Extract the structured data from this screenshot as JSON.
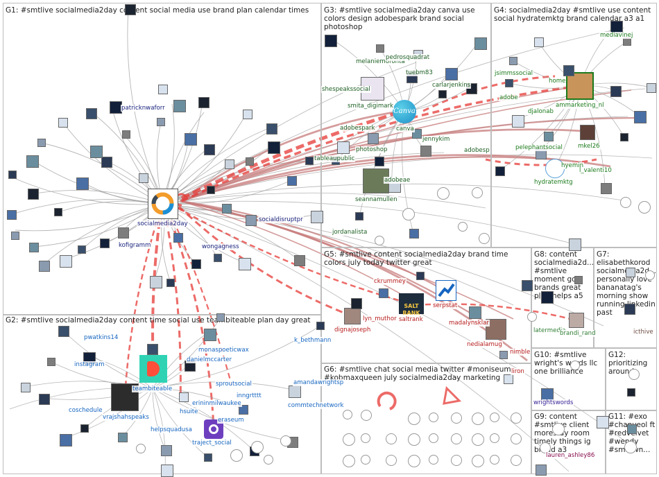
{
  "groups": [
    {
      "id": "g1",
      "label": "G1: #smtlive socialmedia2day content social media use brand plan calendar times"
    },
    {
      "id": "g2",
      "label": "G2: #smtlive socialmedia2day content time social use teambiteable plan day great"
    },
    {
      "id": "g3",
      "label": "G3: #smtlive socialmedia2day canva use colors design adobespark brand social photoshop"
    },
    {
      "id": "g4",
      "label": "G4: socialmedia2day #smtlive use content social hydratemktg brand calendar a3 a1"
    },
    {
      "id": "g5",
      "label": "G5: #smtlive content socialmedia2day brand time colors july today twitter great"
    },
    {
      "id": "g6",
      "label": "G6: #smtlive chat social media twitter #moniseum #kobmaxqueen july socialmedia2day marketing"
    },
    {
      "id": "g7",
      "label": "G7: elisabethkorod socialmedia2d... personally love bananatag's morning show running linkedin past"
    },
    {
      "id": "g8",
      "label": "G8: content socialmedia2d... #smtlive moment go brands great plan helps a5"
    },
    {
      "id": "g9",
      "label": "G9: content #smtlive client morestay room timely things ig brand a3"
    },
    {
      "id": "g10",
      "label": "G10: #smtlive wright's words llc one brilliance"
    },
    {
      "id": "g11",
      "label": "G11: #exo #chanyeol ft #redvelvet #wendy #smtown..."
    },
    {
      "id": "g12",
      "label": "G12: prioritizing around"
    }
  ],
  "labels": [
    {
      "text": "patricknwaforr",
      "group": "g1"
    },
    {
      "text": "socialmedia2day",
      "group": "g1"
    },
    {
      "text": "socialdisruptpr",
      "group": "g1"
    },
    {
      "text": "kofigramm",
      "group": "g1"
    },
    {
      "text": "wongagness",
      "group": "g1"
    },
    {
      "text": "pwatkins14",
      "group": "g2"
    },
    {
      "text": "instagram",
      "group": "g2"
    },
    {
      "text": "teambiteable",
      "group": "g2"
    },
    {
      "text": "coschedule",
      "group": "g2"
    },
    {
      "text": "vrajshahspeaks",
      "group": "g2"
    },
    {
      "text": "helpsquadusa",
      "group": "g2"
    },
    {
      "text": "traject_social",
      "group": "g2"
    },
    {
      "text": "monaspoeticwax",
      "group": "g2"
    },
    {
      "text": "danielmccarter",
      "group": "g2"
    },
    {
      "text": "sproutsocial",
      "group": "g2"
    },
    {
      "text": "inngrtttt",
      "group": "g2"
    },
    {
      "text": "erininmilwaukee",
      "group": "g2"
    },
    {
      "text": "hsuite",
      "group": "g2"
    },
    {
      "text": "eraseum",
      "group": "g2"
    },
    {
      "text": "k_bethmann",
      "group": "g2"
    },
    {
      "text": "amandawrightsp",
      "group": "g2"
    },
    {
      "text": "commtechnetwork",
      "group": "g2"
    },
    {
      "text": "melaniemoronta",
      "group": "g3"
    },
    {
      "text": "pedrosquadrat",
      "group": "g3"
    },
    {
      "text": "tuebm83",
      "group": "g3"
    },
    {
      "text": "shespeakssocial",
      "group": "g3"
    },
    {
      "text": "carlarjenkins",
      "group": "g3"
    },
    {
      "text": "smita_digimark",
      "group": "g3"
    },
    {
      "text": "canva",
      "group": "g3"
    },
    {
      "text": "adobespark",
      "group": "g3"
    },
    {
      "text": "jennykim",
      "group": "g3"
    },
    {
      "text": "photoshop",
      "group": "g3"
    },
    {
      "text": "adobesp",
      "group": "g3"
    },
    {
      "text": "tableaupublic",
      "group": "g3"
    },
    {
      "text": "adobeae",
      "group": "g3"
    },
    {
      "text": "seannamullen",
      "group": "g3"
    },
    {
      "text": "jordanalista",
      "group": "g3"
    },
    {
      "text": "mediavinej",
      "group": "g4"
    },
    {
      "text": "jsimmssocial",
      "group": "g4"
    },
    {
      "text": "home",
      "group": "g4"
    },
    {
      "text": "adobe",
      "group": "g4"
    },
    {
      "text": "djalonab",
      "group": "g4"
    },
    {
      "text": "ammarketing_nl",
      "group": "g4"
    },
    {
      "text": "pelephantsocial",
      "group": "g4"
    },
    {
      "text": "mkel26",
      "group": "g4"
    },
    {
      "text": "hyemin",
      "group": "g4"
    },
    {
      "text": "l_valenti10",
      "group": "g4"
    },
    {
      "text": "hydratemktg",
      "group": "g4"
    },
    {
      "text": "ckrummey",
      "group": "g5"
    },
    {
      "text": "serpstat",
      "group": "g5"
    },
    {
      "text": "lyn_muthor",
      "group": "g5"
    },
    {
      "text": "dignajoseph",
      "group": "g5"
    },
    {
      "text": "saltrank",
      "group": "g5"
    },
    {
      "text": "madalynsklar",
      "group": "g5"
    },
    {
      "text": "nedialamug",
      "group": "g5"
    },
    {
      "text": "nimble",
      "group": "g5"
    },
    {
      "text": "liron",
      "group": "g5"
    },
    {
      "text": "latermedia",
      "group": "g8"
    },
    {
      "text": "brandi_rand",
      "group": "g8"
    },
    {
      "text": "icthive",
      "group": "g7"
    },
    {
      "text": "wrightswords",
      "group": "g10"
    },
    {
      "text": "lauren_ashley86",
      "group": "g9"
    }
  ],
  "colors": {
    "edge_strong": "#e53935",
    "edge_medium": "#c77b7b",
    "edge_light": "#9e9e9e",
    "box_border": "#bdbdbd"
  },
  "icons": [
    {
      "name": "socialmedia2day-logo-icon"
    },
    {
      "name": "canva-logo-icon"
    },
    {
      "name": "saltrank-logo-icon"
    },
    {
      "name": "serpstat-logo-icon"
    },
    {
      "name": "teambiteable-logo-icon"
    },
    {
      "name": "traject-social-logo-icon"
    }
  ],
  "logo_text": {
    "canva": "Canva",
    "saltrank": "SALT RANK"
  }
}
